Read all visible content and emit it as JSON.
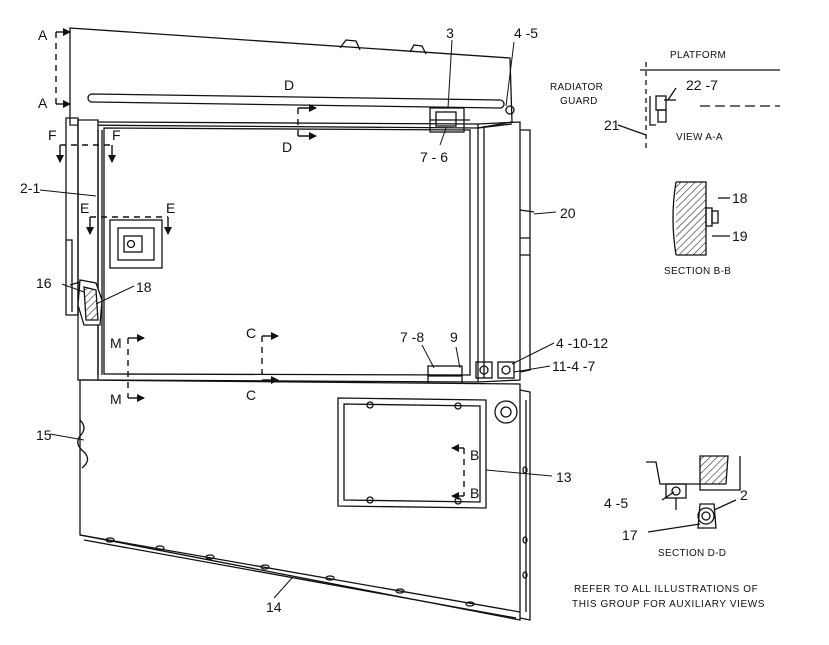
{
  "callouts": {
    "c3": "3",
    "c4_5_top": "4 -5",
    "c7_6": "7 - 6",
    "c2_1": "2-1",
    "c20": "20",
    "c16": "16",
    "c18_main": "18",
    "c7_8": "7 -8",
    "c9": "9",
    "c4_10_12": "4 -10-12",
    "c11_4_7": "11-4 -7",
    "c15": "15",
    "c13": "13",
    "c14": "14",
    "c22_7": "22 -7",
    "c21": "21",
    "c18_bb": "18",
    "c19": "19",
    "c4_5_dd": "4 -5",
    "c2_dd": "2",
    "c17": "17"
  },
  "section_marks": {
    "a_top": "A",
    "a_bottom": "A",
    "d_top": "D",
    "d_bottom": "D",
    "f_left": "F",
    "f_right": "F",
    "e_left": "E",
    "e_right": "E",
    "c_top": "C",
    "c_bottom": "C",
    "m_top": "M",
    "m_bottom": "M",
    "b_top": "B",
    "b_bottom": "B"
  },
  "labels": {
    "platform": "PLATFORM",
    "radiator_guard_line1": "RADIATOR",
    "radiator_guard_line2": "GUARD",
    "view_aa": "VIEW A-A",
    "section_bb": "SECTION B-B",
    "section_dd": "SECTION D-D",
    "note_line1": "REFER TO ALL ILLUSTRATIONS OF",
    "note_line2": "THIS GROUP FOR AUXILIARY VIEWS"
  }
}
